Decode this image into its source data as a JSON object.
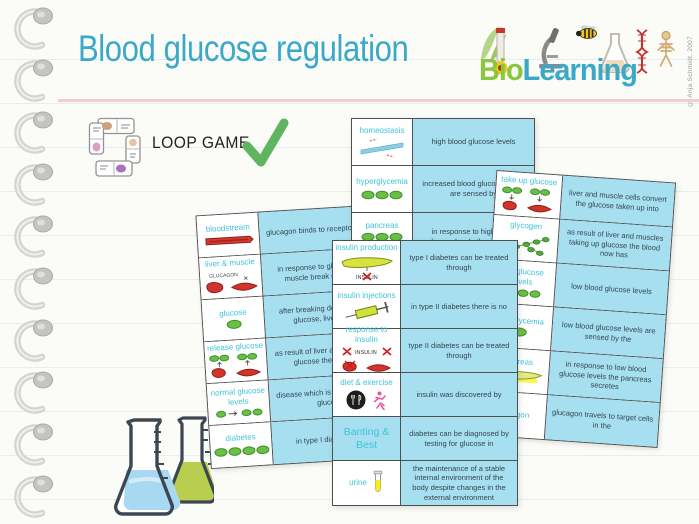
{
  "header": {
    "title": "Blood glucose regulation",
    "logo_bio": "Bio",
    "logo_learning": "Learning",
    "copyright": "© Anja Schmidt, 2007",
    "loop_game_label": "LOOP GAME"
  },
  "colors": {
    "accent_teal": "#3aa9c9",
    "logo_green": "#8cc63f",
    "card_blue": "#a6dff0",
    "term_teal": "#3ec3da",
    "glucose_green": "#6abf45",
    "organ_red": "#d0342c",
    "check_green": "#5fb55f",
    "rule_pink": "#f3ccd7"
  },
  "tables": [
    {
      "id": "back",
      "name": "high-blood-glucose-cards",
      "rows": [
        {
          "term": "homeostasis",
          "icon": "seesaw",
          "definition": "high blood glucose levels"
        },
        {
          "term": "hyperglycemia",
          "icon": "glucose-ovals",
          "definition": "increased blood glucose levels are sensed by"
        },
        {
          "term": "pancreas",
          "icon": "glucose-ovals-arrow",
          "definition": "in response to high blood glucose levels the pancreas"
        }
      ]
    },
    {
      "id": "left",
      "name": "glucagon-response-cards",
      "rows": [
        {
          "term": "bloodstream",
          "icon": "blood-vessel",
          "definition": "glucagon binds to receptors on cells of"
        },
        {
          "term": "liver & muscle",
          "icon": "glucagon-liver-muscle",
          "definition": "in response to glucagon liver and muscle break down glycogen"
        },
        {
          "term": "glucose",
          "icon": "glucose-single",
          "definition": "after breaking down glycogen into glucose, liver and muscle"
        },
        {
          "term": "release glucose",
          "icon": "release-glucose",
          "definition": "as result of liver and muscle releasing glucose the blood now has"
        },
        {
          "term": "normal glucose levels",
          "icon": "glucose-arrow-ovals",
          "definition": "disease which is caused by high blood glucose levels"
        },
        {
          "term": "diabetes",
          "icon": "diabetes-ovals",
          "definition": "in type I diabetes there is no"
        }
      ]
    },
    {
      "id": "right",
      "name": "low-blood-glucose-cards",
      "rows": [
        {
          "term": "take up glucose",
          "icon": "take-up-glucose",
          "definition": "liver and muscle cells convert the glucose taken up into"
        },
        {
          "term": "glycogen",
          "icon": "glycogen-chain",
          "definition": "as result of liver and muscles taking up glucose the blood now has"
        },
        {
          "term": "low glucose levels",
          "icon": "arrow-ovals",
          "definition": "low blood glucose levels"
        },
        {
          "term": "hypoglycemia",
          "icon": "glucose-single",
          "definition": "low blood glucose levels are sensed by the"
        },
        {
          "term": "pancreas",
          "icon": "pancreas-yellow",
          "definition": "in response to low blood glucose levels the pancreas secretes"
        },
        {
          "term": "glucagon",
          "icon": null,
          "definition": "glucagon travels to target cells in the"
        }
      ]
    },
    {
      "id": "front",
      "name": "insulin-diabetes-cards",
      "rows": [
        {
          "term": "insulin production",
          "icon": "pancreas-insulin",
          "definition": "type I diabetes can be treated through"
        },
        {
          "term": "insulin injections",
          "icon": "syringe",
          "definition": "in type II diabetes there is no"
        },
        {
          "term": "response to insulin",
          "icon": "insulin-crossed",
          "definition": "type II diabetes can be treated through"
        },
        {
          "term": "diet & exercise",
          "icon": "plate-runner",
          "definition": "insulin was discovered by"
        },
        {
          "term": "Banting & Best",
          "icon": null,
          "blue": true,
          "big": true,
          "definition": "diabetes can be diagnosed by testing for glucose in"
        },
        {
          "term": "urine",
          "icon": "urine-tube",
          "inline": true,
          "definition": "the maintenance of a stable internal environment of the body despite changes in the external environment"
        }
      ]
    }
  ]
}
